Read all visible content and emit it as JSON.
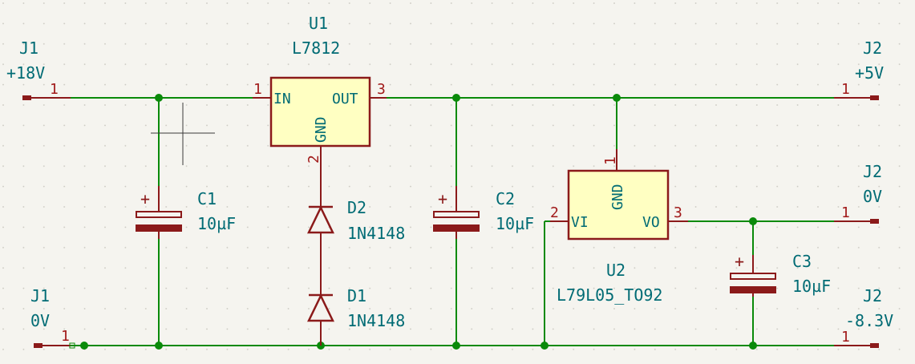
{
  "colors": {
    "background": "#f5f4ef",
    "grid": "#c9c7c0",
    "wire": "#0a8a0a",
    "component": "#8b1a1a",
    "body_fill": "#ffffc2",
    "label": "#006b74",
    "pin_number": "#a11a1a",
    "cursor": "#3a3a3a"
  },
  "components": {
    "u1": {
      "ref": "U1",
      "value": "L7812",
      "pin_in": "IN",
      "pin_out": "OUT",
      "pin_gnd": "GND",
      "pin1": "1",
      "pin2": "2",
      "pin3": "3"
    },
    "u2": {
      "ref": "U2",
      "value": "L79L05_TO92",
      "pin_vi": "VI",
      "pin_vo": "VO",
      "pin_gnd": "GND",
      "pin1": "1",
      "pin2": "2",
      "pin3": "3"
    },
    "c1": {
      "ref": "C1",
      "value": "10µF",
      "plus": "+"
    },
    "c2": {
      "ref": "C2",
      "value": "10µF",
      "plus": "+"
    },
    "c3": {
      "ref": "C3",
      "value": "10µF",
      "plus": "+"
    },
    "d1": {
      "ref": "D1",
      "value": "1N4148"
    },
    "d2": {
      "ref": "D2",
      "value": "1N4148"
    }
  },
  "connectors": {
    "j1_plus18": {
      "ref": "J1",
      "net": "+18V",
      "pin": "1"
    },
    "j1_0v": {
      "ref": "J1",
      "net": "0V",
      "pin": "1"
    },
    "j2_plus5": {
      "ref": "J2",
      "net": "+5V",
      "pin": "1"
    },
    "j2_0v": {
      "ref": "J2",
      "net": "0V",
      "pin": "1"
    },
    "j2_minus83": {
      "ref": "J2",
      "net": "-8.3V",
      "pin": "1"
    }
  }
}
